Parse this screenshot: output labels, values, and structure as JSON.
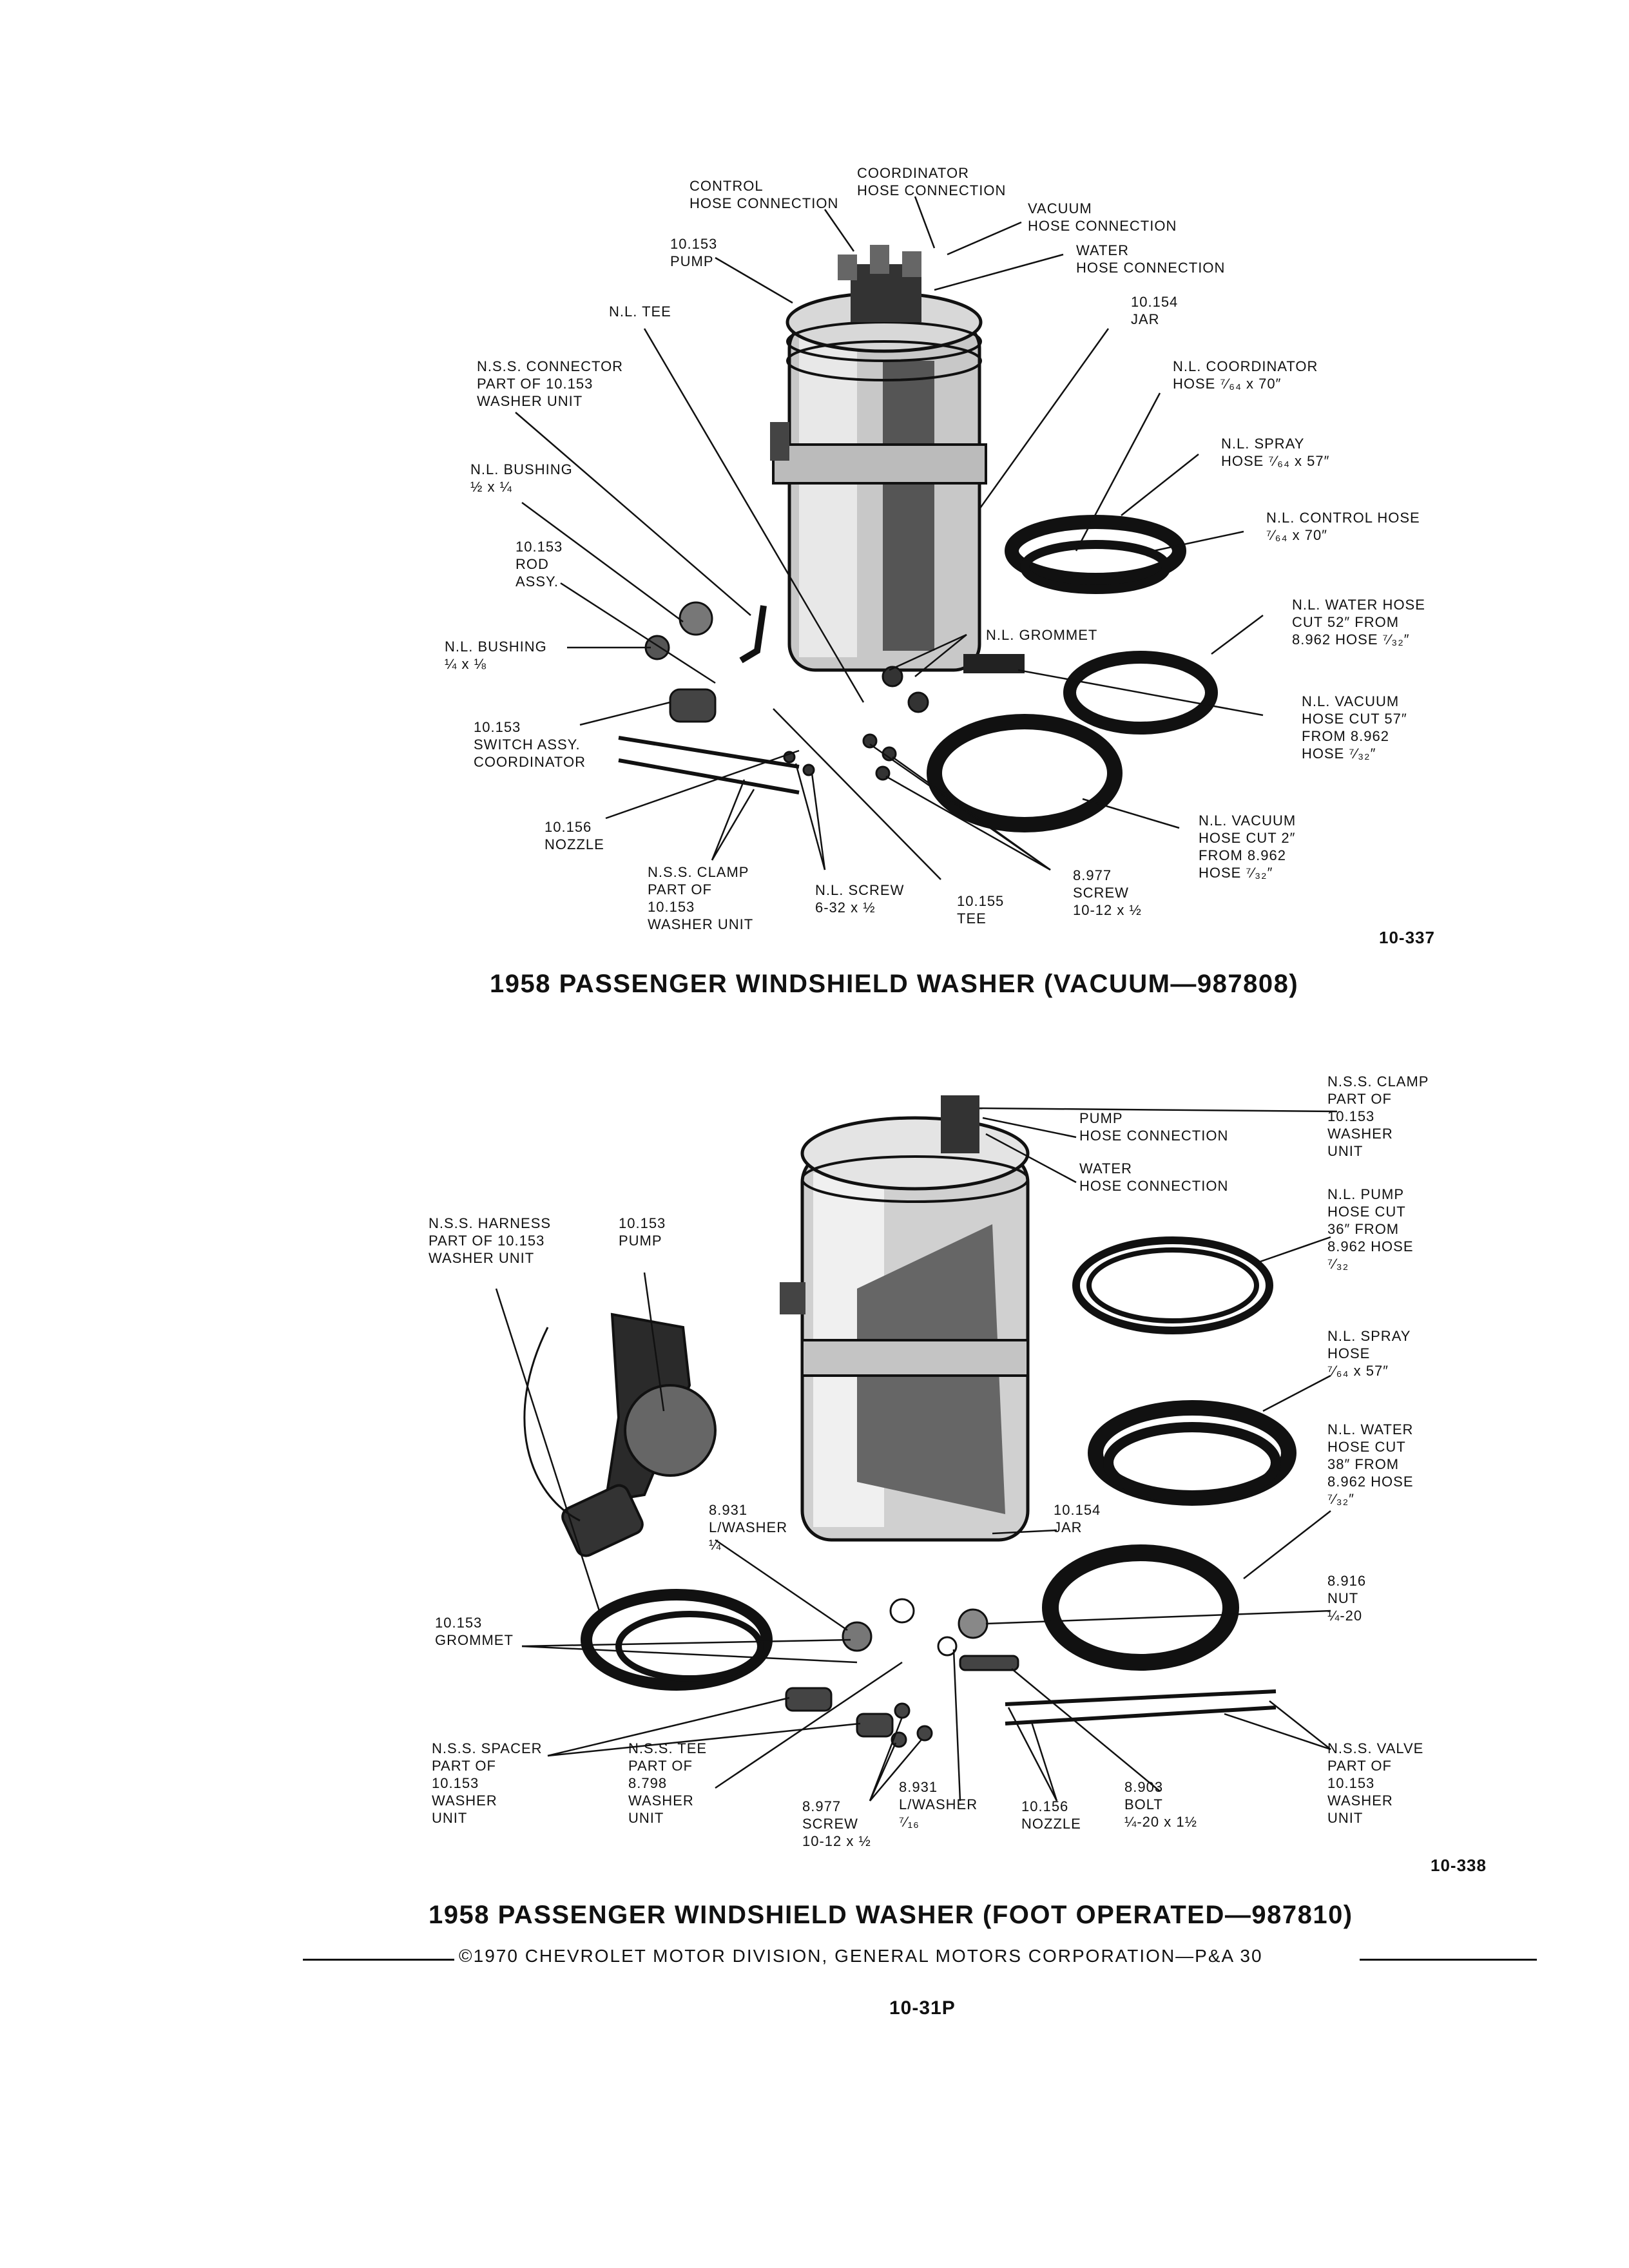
{
  "figures": [
    {
      "id": "10-337",
      "caption": "1958 PASSENGER WINDSHIELD WASHER (VACUUM—987808)",
      "labels": [
        "CONTROL\nHOSE CONNECTION",
        "COORDINATOR\nHOSE CONNECTION",
        "VACUUM\nHOSE CONNECTION",
        "WATER\nHOSE CONNECTION",
        "10.153\nPUMP",
        "N.L. TEE",
        "10.154\nJAR",
        "N.S.S. CONNECTOR\nPART OF 10.153\nWASHER UNIT",
        "N.L. COORDINATOR\nHOSE ⁷⁄₆₄ x 70″",
        "N.L. SPRAY\nHOSE ⁷⁄₆₄ x 57″",
        "N.L. BUSHING\n½ x ¼",
        "N.L. CONTROL HOSE\n⁷⁄₆₄ x 70″",
        "10.153\nROD\nASSY.",
        "N.L. WATER HOSE\nCUT 52″ FROM\n8.962 HOSE ⁷⁄₃₂″",
        "N.L. GROMMET",
        "N.L. BUSHING\n¼ x ⅛",
        "N.L. VACUUM\nHOSE CUT 57″\nFROM 8.962\nHOSE ⁷⁄₃₂″",
        "10.153\nSWITCH ASSY.\nCOORDINATOR",
        "10.156\nNOZZLE",
        "N.L. VACUUM\nHOSE CUT 2″\nFROM 8.962\nHOSE ⁷⁄₃₂″",
        "N.S.S. CLAMP\nPART OF\n10.153\nWASHER UNIT",
        "N.L. SCREW\n6-32 x ½",
        "10.155\nTEE",
        "8.977\nSCREW\n10-12 x ½"
      ]
    },
    {
      "id": "10-338",
      "caption": "1958 PASSENGER WINDSHIELD WASHER (FOOT OPERATED—987810)",
      "labels": [
        "N.S.S. CLAMP\nPART OF\n10.153\nWASHER\nUNIT",
        "PUMP\nHOSE CONNECTION",
        "WATER\nHOSE CONNECTION",
        "N.L. PUMP\nHOSE CUT\n36″ FROM\n8.962 HOSE\n⁷⁄₃₂",
        "N.S.S. HARNESS\nPART OF 10.153\nWASHER UNIT",
        "10.153\nPUMP",
        "N.L. SPRAY\nHOSE\n⁷⁄₆₄ x 57″",
        "N.L. WATER\nHOSE CUT\n38″ FROM\n8.962 HOSE\n⁷⁄₃₂″",
        "8.931\nL/WASHER\n¼",
        "10.154\nJAR",
        "8.916\nNUT\n¼-20",
        "10.153\nGROMMET",
        "N.S.S. SPACER\nPART OF\n10.153\nWASHER\nUNIT",
        "N.S.S. TEE\nPART OF\n8.798\nWASHER\nUNIT",
        "8.977\nSCREW\n10-12 x ½",
        "8.931\nL/WASHER\n⁷⁄₁₆",
        "10.156\nNOZZLE",
        "8.903\nBOLT\n¼-20 x 1½",
        "N.S.S. VALVE\nPART OF\n10.153\nWASHER\nUNIT"
      ]
    }
  ],
  "footer": "©1970 CHEVROLET MOTOR DIVISION, GENERAL MOTORS CORPORATION—P&A 30",
  "page_number": "10-31P"
}
